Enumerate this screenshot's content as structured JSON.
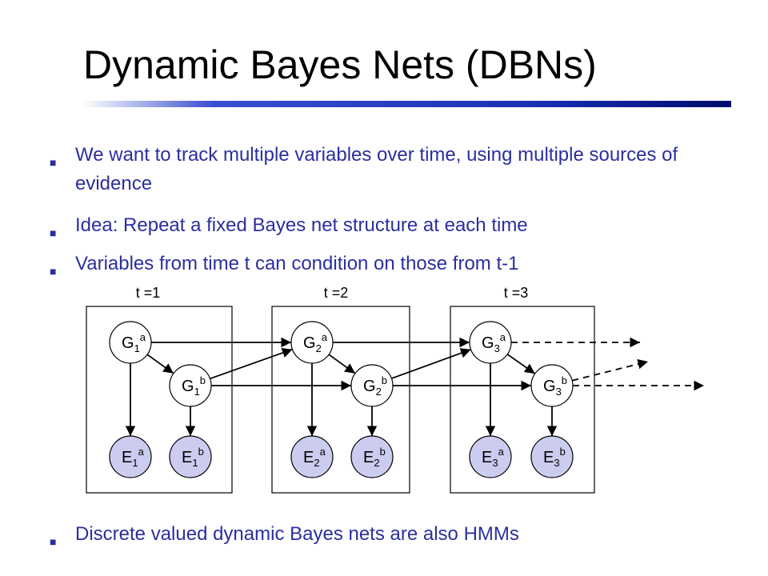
{
  "slide": {
    "title": "Dynamic Bayes Nets (DBNs)",
    "bullet_marker": "■",
    "bullets": [
      "We want to track multiple variables over time, using multiple sources of evidence",
      "Idea: Repeat a fixed Bayes net structure at each time",
      "Variables from time t can condition on those from t-1",
      "Discrete valued dynamic Bayes nets are also HMMs"
    ]
  },
  "diagram": {
    "time_labels": [
      "t =1",
      "t =2",
      "t =3"
    ],
    "slices": [
      {
        "ga": {
          "base": "G",
          "sub": "1",
          "sup": "a"
        },
        "gb": {
          "base": "G",
          "sub": "1",
          "sup": "b"
        },
        "ea": {
          "base": "E",
          "sub": "1",
          "sup": "a"
        },
        "eb": {
          "base": "E",
          "sub": "1",
          "sup": "b"
        }
      },
      {
        "ga": {
          "base": "G",
          "sub": "2",
          "sup": "a"
        },
        "gb": {
          "base": "G",
          "sub": "2",
          "sup": "b"
        },
        "ea": {
          "base": "E",
          "sub": "2",
          "sup": "a"
        },
        "eb": {
          "base": "E",
          "sub": "2",
          "sup": "b"
        }
      },
      {
        "ga": {
          "base": "G",
          "sub": "3",
          "sup": "a"
        },
        "gb": {
          "base": "G",
          "sub": "3",
          "sup": "b"
        },
        "ea": {
          "base": "E",
          "sub": "3",
          "sup": "a"
        },
        "eb": {
          "base": "E",
          "sub": "3",
          "sup": "b"
        }
      }
    ],
    "colors": {
      "hidden_fill": "#ffffff",
      "evidence_fill": "#ccccf0",
      "stroke": "#000000"
    }
  }
}
